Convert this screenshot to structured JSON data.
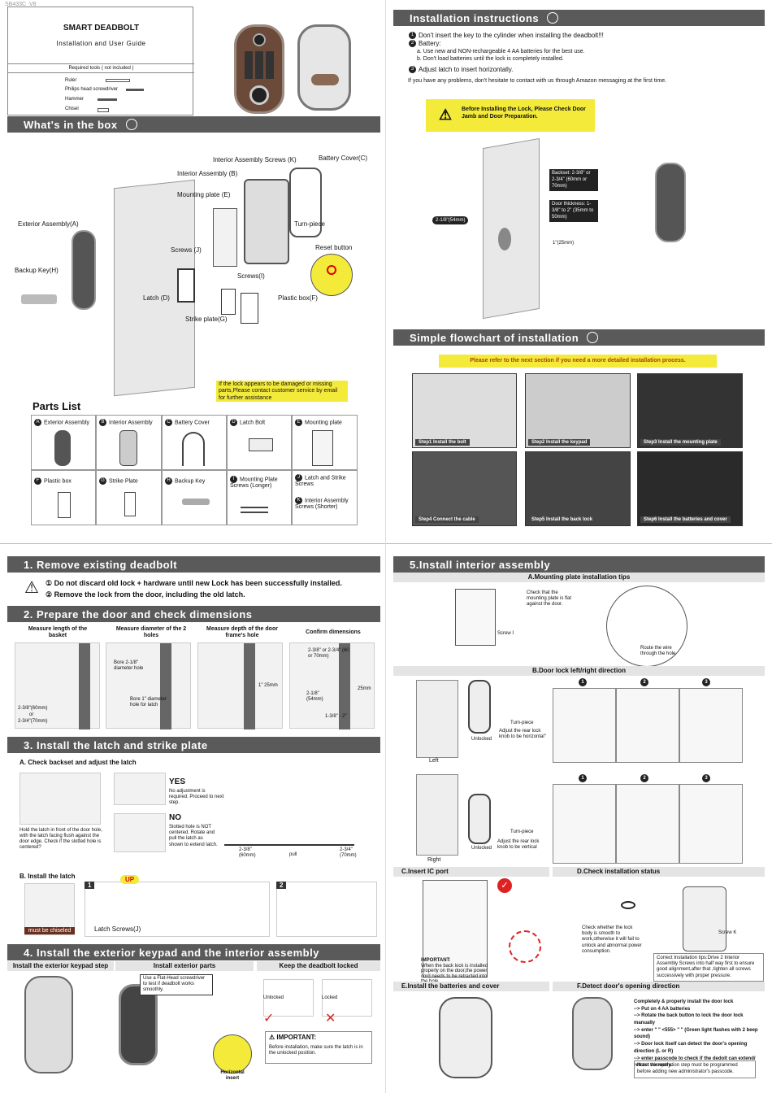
{
  "doc_code": "SB433C_V8",
  "cover": {
    "title": "SMART DEADBOLT",
    "subtitle": "Installation and User Guide",
    "tools_header": "Required tools ( not included )",
    "tools": [
      "Ruler",
      "Philips head screwdriver",
      "Hammer",
      "Chisel"
    ]
  },
  "box_section": {
    "title": "What's in the box",
    "labels": {
      "interior_screws": "Interior Assembly Screws (K)",
      "battery_cover": "Battery Cover(C)",
      "interior_assembly": "Interior Assembly (B)",
      "mounting_plate": "Mounting plate (E)",
      "exterior": "Exterior Assembly(A)",
      "turn_piece": "Turn-piece",
      "screws_j": "Screws (J)",
      "reset": "Reset button",
      "backup_key": "Backup Key(H)",
      "screws_i": "Screws(I)",
      "latch": "Latch (D)",
      "plastic_box": "Plastic box(F)",
      "strike_plate": "Strike plate(G)"
    },
    "warning": "If the lock appears to be damaged or missing parts,Please contact customer service by email for further assistance"
  },
  "parts_list": {
    "title": "Parts List",
    "items": [
      {
        "letter": "A",
        "name": "Exterior Assembly"
      },
      {
        "letter": "B",
        "name": "Interior Assembly"
      },
      {
        "letter": "C",
        "name": "Battery Cover"
      },
      {
        "letter": "D",
        "name": "Latch Bolt"
      },
      {
        "letter": "E",
        "name": "Mounting plate"
      },
      {
        "letter": "F",
        "name": "Plastic box"
      },
      {
        "letter": "G",
        "name": "Strike Plate"
      },
      {
        "letter": "H",
        "name": "Backup Key"
      },
      {
        "letter": "I",
        "name": "Mounting Plate Screws (Longer)"
      },
      {
        "letter": "J",
        "name": "Latch and Strike Screws"
      },
      {
        "letter": "K",
        "name": "Interior Assembly Screws (Shorter)"
      }
    ]
  },
  "install_instructions": {
    "title": "Installation instructions",
    "item1": "Don't insert the key to the cylinder when installing the deadbolt!!!",
    "item2": "Battery:",
    "item2a": "a. Use new and NON-rechargeable 4  AA batteries for the best use.",
    "item2b": "b. Don't load batteries until the lock is completely installed.",
    "item3": "Adjust latch to insert horizontally.",
    "note": "If you have any problems, don't hesitate to contact with us through Amazon messaging at the first time.",
    "callout": "Before Installing the Lock, Please Check Door Jamb and Door Preparation.",
    "backset": "Backset: 2-3/8\" or 2-3/4\" (60mm or 70mm)",
    "thickness": "Door thickness: 1-3/8\" to 2\" (35mm to 50mm)",
    "bore": "2-1/8\"(54mm)",
    "hole": "1\"(25mm)"
  },
  "flowchart": {
    "title": "Simple flowchart of installation",
    "banner": "Please refer to the next section if you need a more detailed installation process.",
    "steps": [
      {
        "tag": "Step1",
        "label": "Install the bolt"
      },
      {
        "tag": "Step2",
        "label": "Install the keypad"
      },
      {
        "tag": "Step3",
        "label": "Install the mounting plate"
      },
      {
        "tag": "Step4",
        "label": "Connect the cable"
      },
      {
        "tag": "Step5",
        "label": "Install the back lock"
      },
      {
        "tag": "Step6",
        "label": "Install the batteries and cover"
      }
    ]
  },
  "sec1": {
    "title": "1. Remove existing deadbolt",
    "line1": "① Do not discard old lock + hardware until new Lock has been successfully installed.",
    "line2": "② Remove the lock from the door, including the old latch."
  },
  "sec2": {
    "title": "2. Prepare the door and check dimensions",
    "cols": [
      "Measure length of the basket",
      "Measure diameter of the 2 holes",
      "Measure depth of the door frame's  hole",
      "Confirm dimensions"
    ],
    "bore_note": "Bore 2-1/8\" diameter hole",
    "bore1_note": "Bore 1\" diameter hole for latch",
    "len1": "2-3/8\"(60mm)",
    "or": "or",
    "len2": "2-3/4\"(70mm)",
    "depth": "1\" 25mm",
    "c1": "2-3/8\" or 2-3/4\" (60 or 70mm)",
    "c2": "2-1/8\" (54mm)",
    "c3": "25mm",
    "c4": "1-3/8\" - 2\""
  },
  "sec3": {
    "title": "3. Install the latch and strike plate",
    "a_title": "A. Check backset and adjust the latch",
    "hold": "Hold the latch in front of the door hole, with the latch facing flush against the door edge. Check if the slotted hole is centered?",
    "yes": "YES",
    "yes_text": "No adjustment is required. Proceed to next step.",
    "no": "NO",
    "no_text": "Slotted hole is NOT centered. Rotate and pull the latch as shown to extend latch.",
    "m60": "2-3/8\" (60mm)",
    "m70": "2-3/4\" (70mm)",
    "pull": "pull",
    "b_title": "B. Install the latch",
    "chisel": "must be chiseled",
    "up": "UP",
    "latch_screws": "Latch Screws(J)",
    "num1": "1",
    "num2": "2"
  },
  "sec4": {
    "title": "4. Install the exterior keypad and the interior assembly",
    "col1": "Install the exterior keypad step",
    "col2": "Install exterior parts",
    "col3": "Keep the deadbolt locked",
    "tip": "Use a Flat-Head screwdriver to test if deadbolt works smoothly.",
    "horizontal": "Horizontal insert",
    "unlocked": "Unlocked",
    "locked": "Locked",
    "important": "IMPORTANT:",
    "important_text": "Before installation, make sure the latch is in the unlocked position."
  },
  "sec5": {
    "title": "5.Install interior assembly",
    "a_title": "A.Mounting plate installation tips",
    "a_note": "Check that the mounting plate is flat against the door.",
    "screw": "Screw I",
    "route": "Route the wire through the hole",
    "b_title": "B.Door lock left/right direction",
    "left": "Left",
    "right": "Right",
    "unlocked": "Unlocked",
    "turn_piece": "Turn-piece",
    "adj_h": "Adjust the rear lock knob to be horizontal\"",
    "adj_v": "Adjust the rear lock knob to be vertical",
    "steps": [
      "1",
      "2",
      "3"
    ],
    "c_title": "C.Insert IC port",
    "c_imp": "IMPORTANT:",
    "c_text": "When the back lock is installed properly on the door,the power cord needs to be retracted into the hole.",
    "d_title": "D.Check installation status",
    "d_note": "Check whether the lock body is smooth to work,otherwise it will fail to unlock and abnormal power consumption.",
    "d_screw": "Screw K",
    "d_tip": "Correct Installation tips:Drive 2 Interior Assembly Screws into half way first to ensure good alignment,after that ,tighten all screws successively with proper pressure.",
    "e_title": "E.Install the batteries and cover",
    "f_title": "F.Detect door's opening direction",
    "f_lines": [
      "Completely & properly install the door lock",
      "--> Put on 4 AA batteries",
      "--> Rotate the back button to lock the door lock manually",
      "--> enter \" \" <555> \" \" (Green light flashes with 2 beep sound)",
      "--> Door lock itself can detect the door's opening direction (L or R)",
      "--> enter passcode to check if the dedolt can extend/ retract correctly."
    ],
    "f_note": "Note: this operation step must be programmed before adding new administrator's passcode."
  }
}
